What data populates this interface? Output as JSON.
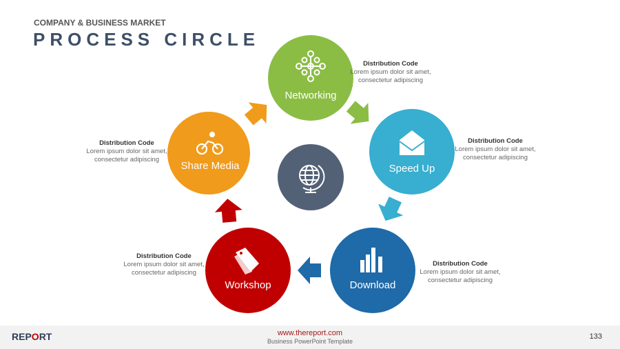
{
  "header": {
    "subtitle": "COMPANY & BUSINESS MARKET",
    "title": "PROCESS CIRCLE"
  },
  "steps": [
    {
      "label": "Networking",
      "color": "#8bbd45",
      "icon": "network-icon"
    },
    {
      "label": "Speed Up",
      "color": "#38aed0",
      "icon": "envelope-icon"
    },
    {
      "label": "Download",
      "color": "#1f6aa8",
      "icon": "bar-chart-icon"
    },
    {
      "label": "Workshop",
      "color": "#c00000",
      "icon": "tag-icon"
    },
    {
      "label": "Share Media",
      "color": "#f09b1c",
      "icon": "bicycle-icon"
    }
  ],
  "center": {
    "color": "#536176",
    "icon": "globe-icon"
  },
  "descriptions": [
    {
      "title": "Distribution Code",
      "text": "Lorem ipsum dolor sit amet, consectetur adipiscing"
    },
    {
      "title": "Distribution Code",
      "text": "Lorem ipsum dolor sit amet, consectetur adipiscing"
    },
    {
      "title": "Distribution Code",
      "text": "Lorem ipsum dolor sit amet, consectetur adipiscing"
    },
    {
      "title": "Distribution Code",
      "text": "Lorem ipsum dolor sit amet, consectetur adipiscing"
    },
    {
      "title": "Distribution Code",
      "text": "Lorem ipsum dolor sit amet, consectetur adipiscing"
    }
  ],
  "footer": {
    "logo_a": "REP",
    "logo_b": "O",
    "logo_c": "RT",
    "url": "www.thereport.com",
    "template": "Business  PowerPoint Template",
    "page": "133"
  }
}
